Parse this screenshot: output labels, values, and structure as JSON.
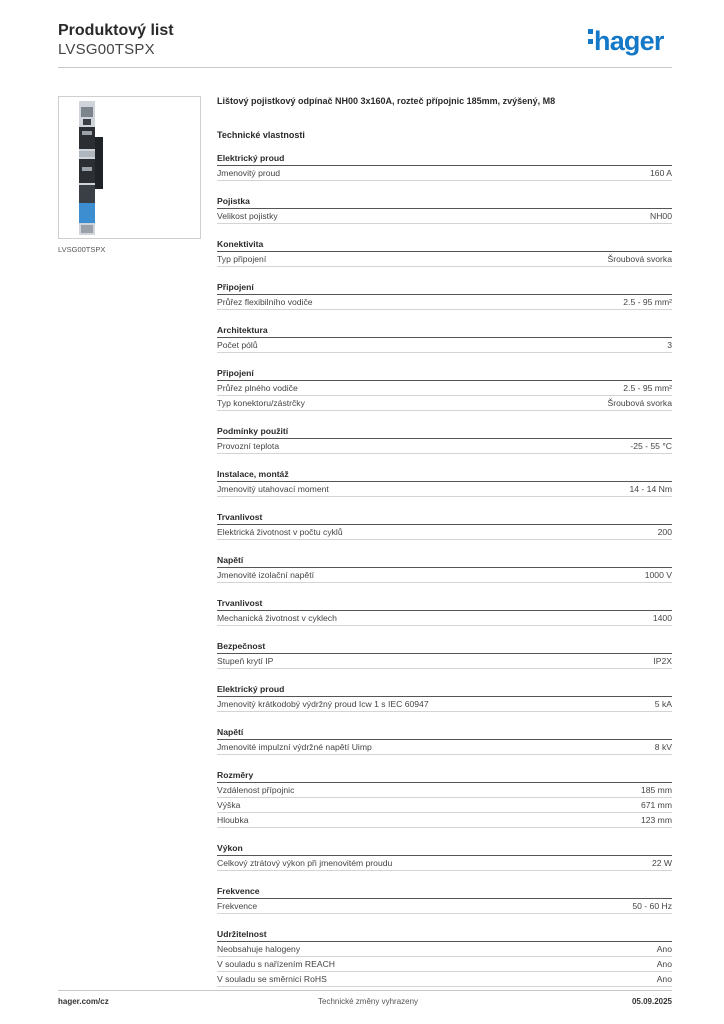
{
  "header": {
    "title": "Produktový list",
    "subtitle": "LVSG00TSPX",
    "logo_text": "hager",
    "logo_color": "#1478c8"
  },
  "product": {
    "caption": "LVSG00TSPX",
    "description": "Lištový pojistkový odpínač NH00 3x160A, rozteč přípojnic 185mm, zvýšený, M8",
    "image": "fuse-switch-disconnector-image"
  },
  "section_title": "Technické vlastnosti",
  "groups": [
    {
      "title": "Elektrický proud",
      "rows": [
        {
          "label": "Jmenovitý proud",
          "value": "160 A"
        }
      ]
    },
    {
      "title": "Pojistka",
      "rows": [
        {
          "label": "Velikost pojistky",
          "value": "NH00"
        }
      ]
    },
    {
      "title": "Konektivita",
      "rows": [
        {
          "label": "Typ připojení",
          "value": "Šroubová svorka"
        }
      ]
    },
    {
      "title": "Připojení",
      "rows": [
        {
          "label": "Průřez flexibilního vodiče",
          "value": "2.5 - 95 mm²"
        }
      ]
    },
    {
      "title": "Architektura",
      "rows": [
        {
          "label": "Počet pólů",
          "value": "3"
        }
      ]
    },
    {
      "title": "Připojení",
      "rows": [
        {
          "label": "Průřez plného vodiče",
          "value": "2.5 - 95 mm²"
        },
        {
          "label": "Typ konektoru/zástrčky",
          "value": "Šroubová svorka"
        }
      ]
    },
    {
      "title": "Podmínky použití",
      "rows": [
        {
          "label": "Provozní teplota",
          "value": "-25 - 55 °C"
        }
      ]
    },
    {
      "title": "Instalace, montáž",
      "rows": [
        {
          "label": "Jmenovitý utahovací moment",
          "value": "14 - 14 Nm"
        }
      ]
    },
    {
      "title": "Trvanlivost",
      "rows": [
        {
          "label": "Elektrická životnost v počtu cyklů",
          "value": "200"
        }
      ]
    },
    {
      "title": "Napětí",
      "rows": [
        {
          "label": "Jmenovité izolační napětí",
          "value": "1000 V"
        }
      ]
    },
    {
      "title": "Trvanlivost",
      "rows": [
        {
          "label": "Mechanická životnost v cyklech",
          "value": "1400"
        }
      ]
    },
    {
      "title": "Bezpečnost",
      "rows": [
        {
          "label": "Stupeň krytí IP",
          "value": "IP2X"
        }
      ]
    },
    {
      "title": "Elektrický proud",
      "rows": [
        {
          "label": "Jmenovitý krátkodobý výdržný proud Icw 1 s IEC 60947",
          "value": "5 kA"
        }
      ]
    },
    {
      "title": "Napětí",
      "rows": [
        {
          "label": "Jmenovité impulzní výdržné napětí Uimp",
          "value": "8 kV"
        }
      ]
    },
    {
      "title": "Rozměry",
      "rows": [
        {
          "label": "Vzdálenost přípojnic",
          "value": "185 mm"
        },
        {
          "label": "Výška",
          "value": "671 mm"
        },
        {
          "label": "Hloubka",
          "value": "123 mm"
        }
      ]
    },
    {
      "title": "Výkon",
      "rows": [
        {
          "label": "Celkový ztrátový výkon při jmenovitém proudu",
          "value": "22 W"
        }
      ]
    },
    {
      "title": "Frekvence",
      "rows": [
        {
          "label": "Frekvence",
          "value": "50 - 60 Hz"
        }
      ]
    },
    {
      "title": "Udržitelnost",
      "rows": [
        {
          "label": "Neobsahuje halogeny",
          "value": "Ano"
        },
        {
          "label": "V souladu s nařízením REACH",
          "value": "Ano"
        },
        {
          "label": "V souladu se směrnicí RoHS",
          "value": "Ano"
        }
      ]
    }
  ],
  "footer": {
    "left": "hager.com/cz",
    "center": "Technické změny vyhrazeny",
    "right": "05.09.2025"
  }
}
